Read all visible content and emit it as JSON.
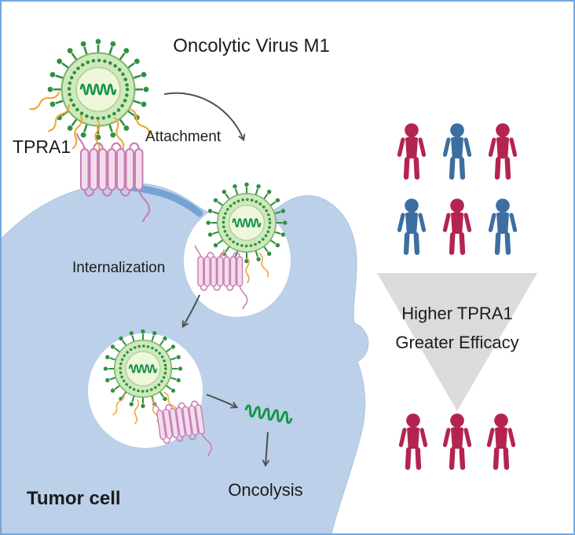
{
  "title": "Oncolytic Virus M1",
  "labels": {
    "receptor": "TPRA1",
    "attachment": "Attachment",
    "internalization": "Internalization",
    "oncolysis": "Oncolysis",
    "tumor_cell": "Tumor cell"
  },
  "funnel": {
    "line1": "Higher TPRA1",
    "line2": "Greater Efficacy"
  },
  "people": {
    "row1": [
      "crimson",
      "blue",
      "crimson"
    ],
    "row2": [
      "blue",
      "crimson",
      "blue"
    ],
    "row3": [
      "crimson",
      "crimson",
      "crimson"
    ],
    "color_crimson": "#b32450",
    "color_blue": "#3c6fa0"
  },
  "colors": {
    "tumor_cell_fill": "#bcd0e9",
    "membrane_fold": "#6d9ed2",
    "virus_green": "#2f9141",
    "virus_body": "#cfe9bd",
    "genome_green": "#149447",
    "glycoprotein_orange": "#f2a93b",
    "receptor_pink": "#c77fb5",
    "funnel_gray": "#dbdbdb",
    "frame_border": "#74a9dd"
  }
}
